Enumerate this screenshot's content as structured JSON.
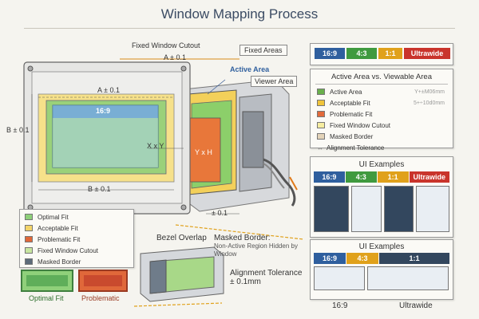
{
  "title": "Window Mapping Process",
  "diagram": {
    "fixed_window_cutout": "Fixed Window Cutout",
    "fixed_areas": "Fixed Areas",
    "a_top": "A ± 0.1",
    "active_area": "Active Area",
    "viewer_area": "Viewer Area",
    "a_inner": "A ± 0.1",
    "ratio_169": "16:9",
    "b_left": "B ± 0.1",
    "xy": "X x Y",
    "yx": "Y x H",
    "b_bottom": "B ± 0.1",
    "tolerance_bottom": "± 0.1"
  },
  "ratio_strip": [
    {
      "label": "16:9",
      "color": "#2f5f9e"
    },
    {
      "label": "4:3",
      "color": "#3f9a3f"
    },
    {
      "label": "1:1",
      "color": "#e0a11b"
    },
    {
      "label": "Ultrawide",
      "color": "#c9342c"
    }
  ],
  "legend_right": {
    "heading": "Active Area vs. Viewable Area",
    "items": [
      {
        "label": "Active Area",
        "color": "#6ab04c",
        "note": "Y+±M06mm"
      },
      {
        "label": "Acceptable Fit",
        "color": "#f0c43a",
        "note": "5+÷10d0mm"
      },
      {
        "label": "Problematic Fit",
        "color": "#e26a3a",
        "note": ""
      },
      {
        "label": "Fixed Window Cutout",
        "color": "#f6eda0",
        "note": ""
      },
      {
        "label": "Masked Border",
        "color": "#e3d3b8",
        "note": ""
      },
      {
        "label": "Alignment Tolerance",
        "color": "",
        "note": ""
      }
    ]
  },
  "legend_left": {
    "items": [
      {
        "label": "Optimal Fit",
        "color": "#8fd07a"
      },
      {
        "label": "Acceptable Fit",
        "color": "#f3d46a"
      },
      {
        "label": "Problematic Fit",
        "color": "#e0683a"
      },
      {
        "label": "Fixed Window Cutout",
        "color": "#c8e6a0"
      },
      {
        "label": "Masked Border",
        "color": "#5d6b7a"
      }
    ]
  },
  "samples": {
    "optimal": "Optimal Fit",
    "problematic": "Problematic"
  },
  "bezel": {
    "bezel_overlap": "Bezel Overlap",
    "masked_border_title": "Masked Border:",
    "masked_border_desc": "Non-Active Region Hidden by Window",
    "alignment_title": "Alignment Tolerance",
    "alignment_value": "± 0.1mm"
  },
  "ui_examples_1": {
    "heading": "UI Examples",
    "tabs": [
      {
        "label": "16:9",
        "color": "#2f5f9e"
      },
      {
        "label": "4:3",
        "color": "#3f9a3f"
      },
      {
        "label": "1:1",
        "color": "#e0a11b"
      },
      {
        "label": "Ultrawide",
        "color": "#c9342c"
      }
    ]
  },
  "ui_examples_2": {
    "heading": "UI Examples",
    "tabs": [
      {
        "label": "16:9",
        "color": "#2f5f9e"
      },
      {
        "label": "4:3",
        "color": "#e0a11b"
      },
      {
        "label": "1:1",
        "color": "#33475e"
      }
    ],
    "footer_left": "16:9",
    "footer_right": "Ultrawide"
  }
}
